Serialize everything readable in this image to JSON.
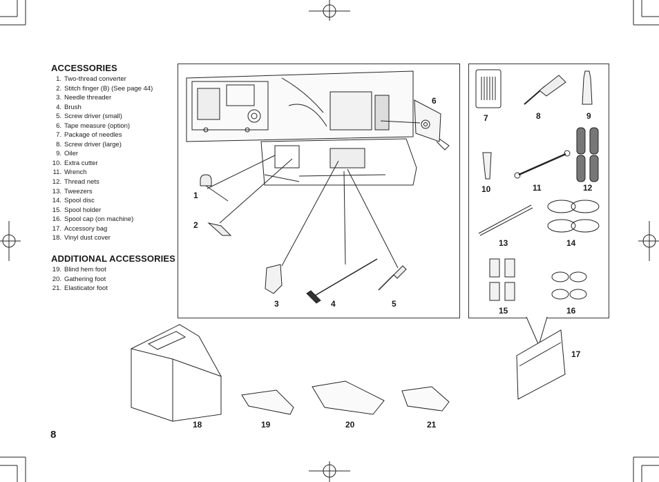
{
  "page_number": "8",
  "accessories": {
    "title": "ACCESSORIES",
    "items": [
      {
        "num": "1.",
        "text": "Two-thread converter"
      },
      {
        "num": "2.",
        "text": "Stitch finger (B) (See page 44)"
      },
      {
        "num": "3.",
        "text": "Needle threader"
      },
      {
        "num": "4.",
        "text": "Brush"
      },
      {
        "num": "5.",
        "text": "Screw driver (small)"
      },
      {
        "num": "6.",
        "text": "Tape measure (option)"
      },
      {
        "num": "7.",
        "text": "Package of needles"
      },
      {
        "num": "8.",
        "text": "Screw driver (large)"
      },
      {
        "num": "9.",
        "text": "Oiler"
      },
      {
        "num": "10.",
        "text": "Extra cutter"
      },
      {
        "num": "11.",
        "text": "Wrench"
      },
      {
        "num": "12.",
        "text": "Thread nets"
      },
      {
        "num": "13.",
        "text": "Tweezers"
      },
      {
        "num": "14.",
        "text": "Spool disc"
      },
      {
        "num": "15.",
        "text": "Spool holder"
      },
      {
        "num": "16.",
        "text": "Spool cap (on machine)"
      },
      {
        "num": "17.",
        "text": "Accessory bag"
      },
      {
        "num": "18.",
        "text": "Vinyl dust cover"
      }
    ]
  },
  "additional": {
    "title": "ADDITIONAL ACCESSORIES",
    "items": [
      {
        "num": "19.",
        "text": "Blind hem foot"
      },
      {
        "num": "20.",
        "text": "Gathering foot"
      },
      {
        "num": "21.",
        "text": "Elasticator foot"
      }
    ]
  },
  "callouts": [
    "1",
    "2",
    "3",
    "4",
    "5",
    "6",
    "7",
    "8",
    "9",
    "10",
    "11",
    "12",
    "13",
    "14",
    "15",
    "16",
    "17",
    "18",
    "19",
    "20",
    "21"
  ]
}
